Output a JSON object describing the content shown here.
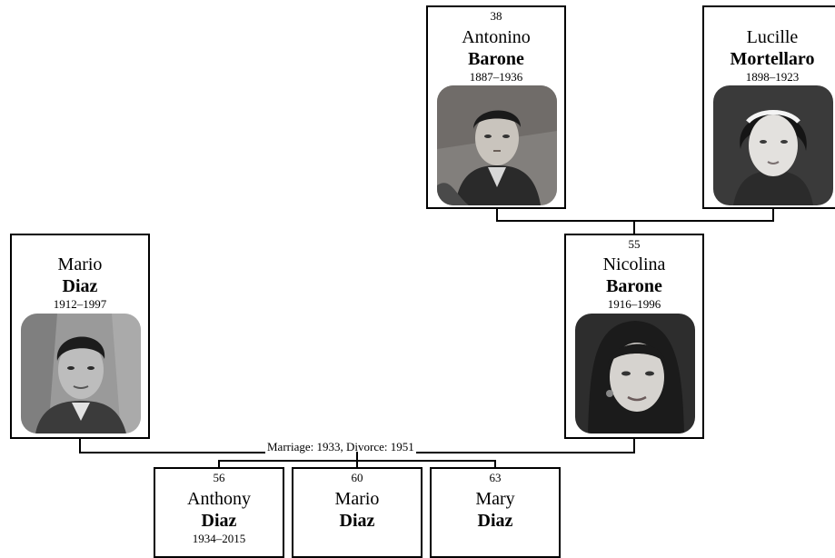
{
  "people": {
    "antonino": {
      "number": "38",
      "given": "Antonino",
      "surname": "Barone",
      "dates": "1887–1936"
    },
    "lucille": {
      "given": "Lucille",
      "surname": "Mortellaro",
      "dates": "1898–1923"
    },
    "mario_sr": {
      "given": "Mario",
      "surname": "Diaz",
      "dates": "1912–1997"
    },
    "nicolina": {
      "number": "55",
      "given": "Nicolina",
      "surname": "Barone",
      "dates": "1916–1996"
    },
    "anthony": {
      "number": "56",
      "given": "Anthony",
      "surname": "Diaz",
      "dates": "1934–2015"
    },
    "mario_jr": {
      "number": "60",
      "given": "Mario",
      "surname": "Diaz"
    },
    "mary": {
      "number": "63",
      "given": "Mary",
      "surname": "Diaz"
    }
  },
  "union": {
    "caption": "Marriage: 1933, Divorce: 1951"
  },
  "colors": {
    "line": "#000000",
    "card_border": "#000000",
    "photo_bg": "#6b6b6b"
  }
}
